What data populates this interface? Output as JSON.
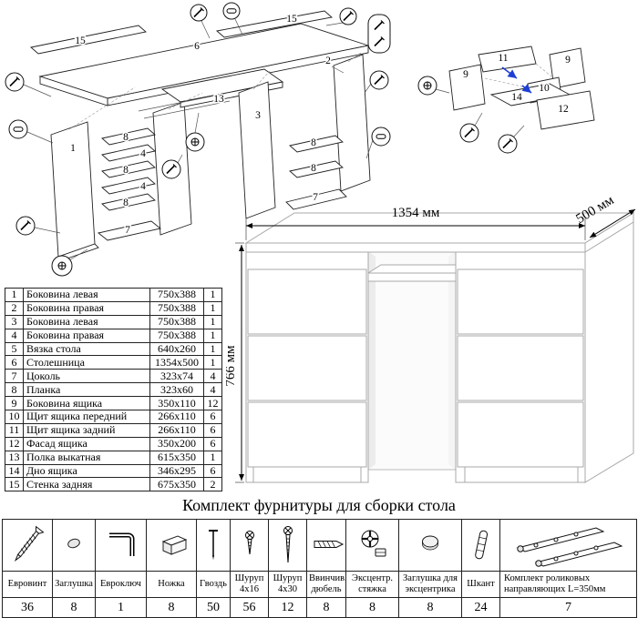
{
  "exploded_main": {
    "labels": [
      "15",
      "6",
      "15",
      "1",
      "8",
      "4",
      "8",
      "4",
      "8",
      "7",
      "13",
      "3",
      "2",
      "8",
      "8",
      "7"
    ]
  },
  "exploded_drawer": {
    "labels": [
      "11",
      "9",
      "9",
      "10",
      "14",
      "12"
    ]
  },
  "assembled_view": {
    "dim_width": "1354 мм",
    "dim_depth": "500 мм",
    "dim_height": "766 мм"
  },
  "parts_table": {
    "rows": [
      {
        "num": "1",
        "name": "Боковина левая",
        "size": "750x388",
        "qty": "1"
      },
      {
        "num": "2",
        "name": "Боковина правая",
        "size": "750x388",
        "qty": "1"
      },
      {
        "num": "3",
        "name": "Боковина левая",
        "size": "750x388",
        "qty": "1"
      },
      {
        "num": "4",
        "name": "Боковина правая",
        "size": "750x388",
        "qty": "1"
      },
      {
        "num": "5",
        "name": "Вязка стола",
        "size": "640x260",
        "qty": "1"
      },
      {
        "num": "6",
        "name": "Столешница",
        "size": "1354x500",
        "qty": "1"
      },
      {
        "num": "7",
        "name": "Цоколь",
        "size": "323x74",
        "qty": "4"
      },
      {
        "num": "8",
        "name": "Планка",
        "size": "323x60",
        "qty": "4"
      },
      {
        "num": "9",
        "name": "Боковина ящика",
        "size": "350x110",
        "qty": "12"
      },
      {
        "num": "10",
        "name": "Щит ящика передний",
        "size": "266x110",
        "qty": "6"
      },
      {
        "num": "11",
        "name": "Щит ящика задний",
        "size": "266x110",
        "qty": "6"
      },
      {
        "num": "12",
        "name": "Фасад ящика",
        "size": "350x200",
        "qty": "6"
      },
      {
        "num": "13",
        "name": "Полка выкатная",
        "size": "615x350",
        "qty": "1"
      },
      {
        "num": "14",
        "name": "Дно ящика",
        "size": "346x295",
        "qty": "6"
      },
      {
        "num": "15",
        "name": "Стенка задняя",
        "size": "675x350",
        "qty": "2"
      }
    ]
  },
  "hardware": {
    "title": "Комплект фурнитуры для сборки стола",
    "items": [
      {
        "label": "Евровинт",
        "qty": "36",
        "icon": "confirmat-screw-icon"
      },
      {
        "label": "Заглушка",
        "qty": "8",
        "icon": "cap-icon"
      },
      {
        "label": "Евроключ",
        "qty": "1",
        "icon": "hex-key-icon"
      },
      {
        "label": "Ножка",
        "qty": "8",
        "icon": "furniture-foot-icon"
      },
      {
        "label": "Гвоздь",
        "qty": "50",
        "icon": "nail-icon"
      },
      {
        "label": "Шуруп 4x16",
        "qty": "56",
        "icon": "screw-4x16-icon"
      },
      {
        "label": "Шуруп 4x30",
        "qty": "12",
        "icon": "screw-4x30-icon"
      },
      {
        "label": "Ввинчив. дюбель",
        "qty": "8",
        "icon": "threaded-dowel-icon"
      },
      {
        "label": "Эксцентр. стяжка",
        "qty": "8",
        "icon": "cam-lock-icon"
      },
      {
        "label": "Заглушка для эксцентрика",
        "qty": "8",
        "icon": "cam-cap-icon"
      },
      {
        "label": "Шкант",
        "qty": "24",
        "icon": "wood-dowel-icon"
      },
      {
        "label": "Комплект роликовых направляющих L=350мм",
        "qty": "7",
        "icon": "drawer-slides-icon"
      }
    ]
  }
}
